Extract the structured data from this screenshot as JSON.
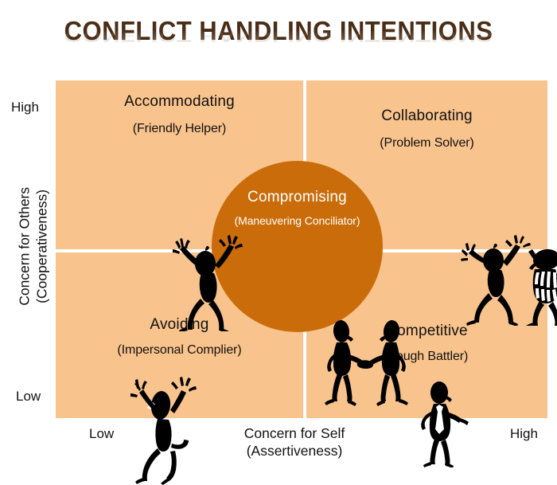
{
  "title": {
    "text": "CONFLICT HANDLING INTENTIONS",
    "color": "#4a2d17"
  },
  "colors": {
    "quadrant_background": "#f9c38d",
    "center_circle": "#ca6c09",
    "text": "#111111",
    "center_text": "#ffffff",
    "divider": "#ffffff"
  },
  "chart_data": {
    "type": "table",
    "title": "CONFLICT HANDLING INTENTIONS",
    "xlabel": "Concern for Self",
    "xsublabel": "(Assertiveness)",
    "ylabel": "Concern for Others",
    "ysublabel": "(Cooperativeness)",
    "x_ticks": [
      "Low",
      "High"
    ],
    "y_ticks": [
      "High",
      "Low"
    ],
    "grid": false,
    "legend": "none",
    "quadrants": [
      {
        "id": "accommodating",
        "name": "Accommodating",
        "nickname": "(Friendly Helper)",
        "x": "Low",
        "y": "High",
        "position": "top-left",
        "figure": "celebrating-stick-figure-icon"
      },
      {
        "id": "collaborating",
        "name": "Collaborating",
        "nickname": "(Problem Solver)",
        "x": "High",
        "y": "High",
        "position": "top-right",
        "figure": "two-figures-high-five-icon"
      },
      {
        "id": "avoiding",
        "name": "Avoiding",
        "nickname": "(Impersonal Complier)",
        "x": "Low",
        "y": "Low",
        "position": "bottom-left",
        "figure": "running-away-stick-figure-icon"
      },
      {
        "id": "competitive",
        "name": "Competitive",
        "nickname": "(Tough Battler)",
        "x": "High",
        "y": "Low",
        "position": "bottom-right",
        "figure": "pointing-figure-with-tie-icon"
      }
    ],
    "center": {
      "id": "compromising",
      "name": "Compromising",
      "nickname": "(Maneuvering Conciliator)",
      "x": "Medium",
      "y": "Medium",
      "position": "center",
      "figure": "two-figures-handshake-icon"
    }
  },
  "axes": {
    "y": {
      "title": "Concern for Others",
      "subtitle": "(Cooperativeness)",
      "high": "High",
      "low": "Low"
    },
    "x": {
      "title": "Concern for Self",
      "subtitle": "(Assertiveness)",
      "low": "Low",
      "high": "High"
    }
  },
  "quadrants": {
    "accommodating": {
      "title": "Accommodating",
      "subtitle": "(Friendly Helper)"
    },
    "collaborating": {
      "title": "Collaborating",
      "subtitle": "(Problem Solver)"
    },
    "avoiding": {
      "title": "Avoiding",
      "subtitle": "(Impersonal Complier)"
    },
    "competitive": {
      "title": "Competitive",
      "subtitle": "(Tough Battler)"
    },
    "compromising": {
      "title": "Compromising",
      "subtitle": "(Maneuvering Conciliator)"
    }
  }
}
